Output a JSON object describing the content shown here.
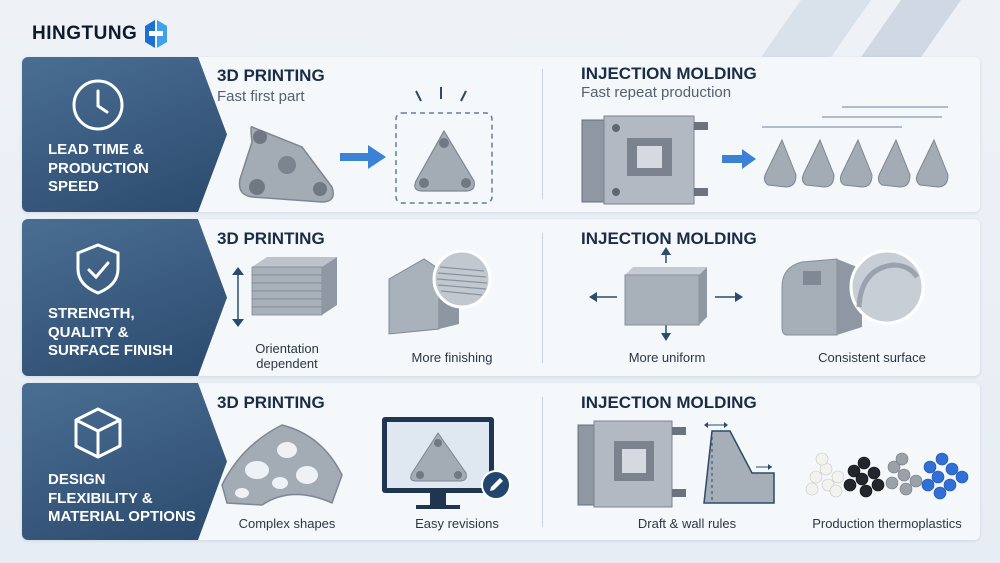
{
  "brand": {
    "name": "HINGTUNG"
  },
  "rows": [
    {
      "label": "LEAD TIME &\nPRODUCTION\nSPEED",
      "icon": "clock-icon",
      "left_title": "3D PRINTING",
      "left_subtitle": "Fast first part",
      "right_title": "INJECTION MOLDING",
      "right_subtitle": "Fast repeat production"
    },
    {
      "label": "STRENGTH,\nQUALITY &\nSURFACE FINISH",
      "icon": "shield-check-icon",
      "left_title": "3D PRINTING",
      "right_title": "INJECTION MOLDING",
      "captions": [
        "Orientation\ndependent",
        "More finishing",
        "More uniform",
        "Consistent surface"
      ]
    },
    {
      "label": "DESIGN\nFLEXIBILITY &\nMATERIAL OPTIONS",
      "icon": "cube-icon",
      "left_title": "3D PRINTING",
      "right_title": "INJECTION MOLDING",
      "captions": [
        "Complex shapes",
        "Easy revisions",
        "Draft & wall rules",
        "Production thermoplastics"
      ]
    }
  ],
  "colors": {
    "panel_dark": "#2b4a6d",
    "panel_light": "#4a6e93",
    "accent_blue": "#3b82d6",
    "part_grey": "#9aa3ad"
  }
}
